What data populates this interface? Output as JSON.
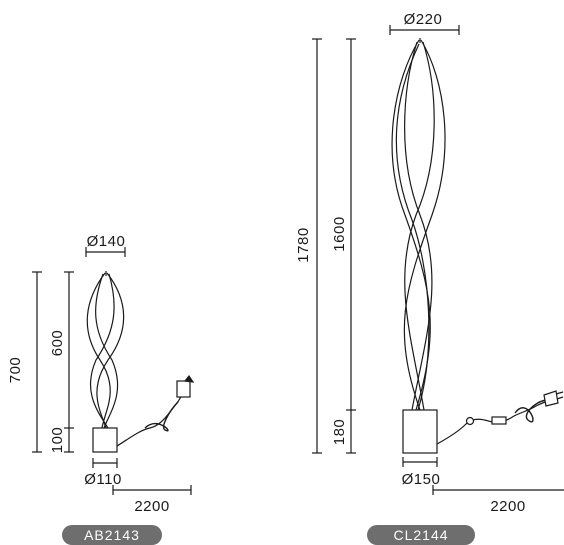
{
  "colors": {
    "line": "#1a1a1a",
    "badge_bg": "#6e6e6e",
    "base": "#ffffff"
  },
  "left_lamp": {
    "model": "AB2143",
    "top_diameter": "Ø140",
    "total_height": "700",
    "body_height": "600",
    "base_height": "100",
    "base_diameter": "Ø110",
    "cable_length": "2200"
  },
  "right_lamp": {
    "model": "CL2144",
    "top_diameter": "Ø220",
    "total_height": "1780",
    "body_height": "1600",
    "base_height": "180",
    "base_diameter": "Ø150",
    "cable_length": "2200"
  }
}
